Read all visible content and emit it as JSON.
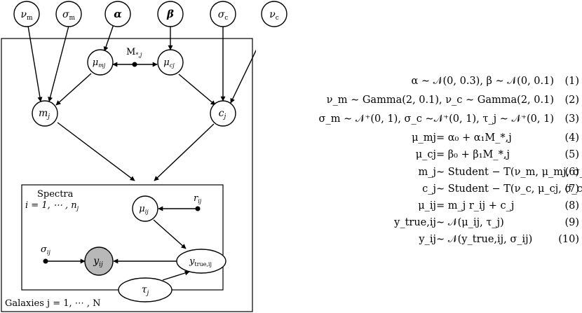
{
  "diagram": {
    "nodes": {
      "nu_m": "ν",
      "nu_m_sub": "m",
      "sigma_m": "σ",
      "sigma_m_sub": "m",
      "alpha": "α",
      "beta": "β",
      "sigma_c": "σ",
      "sigma_c_sub": "c",
      "nu_c": "ν",
      "nu_c_sub": "c",
      "mu_mj": "μ",
      "mu_mj_sub": "mj",
      "mu_cj": "μ",
      "mu_cj_sub": "cj",
      "m_star": "M",
      "m_star_sub": "*,j",
      "m_j": "m",
      "m_j_sub": "j",
      "c_j": "c",
      "c_j_sub": "j",
      "mu_ij": "μ",
      "mu_ij_sub": "ij",
      "r_ij": "r",
      "r_ij_sub": "ij",
      "sigma_ij": "σ",
      "sigma_ij_sub": "ij",
      "y_ij": "y",
      "y_ij_sub": "ij",
      "y_true": "y",
      "y_true_sub": "true,ij",
      "tau_j": "τ",
      "tau_j_sub": "j"
    },
    "plates": {
      "spectra_title": "Spectra",
      "spectra_range": "i = 1, ⋯ , n",
      "spectra_range_sub": "j",
      "galaxies_label": "Galaxies j = 1, ⋯ , N"
    },
    "colors": {
      "observed_fill": "#b8b8b8",
      "line": "#000000"
    }
  },
  "equations": [
    {
      "text": "α ∼ 𝒩(0, 0.3),   β ∼ 𝒩(0, 0.1)",
      "num": "(1)"
    },
    {
      "text": "ν_m ∼ Gamma(2, 0.1),   ν_c ∼ Gamma(2, 0.1)",
      "num": "(2)"
    },
    {
      "text": "σ_m ∼ 𝒩⁺(0, 1),    σ_c ∼𝒩⁺(0, 1),    τ_j ∼ 𝒩⁺(0, 1)",
      "num": "(3)"
    },
    {
      "lhs": "μ_mj",
      "rhs": "= α₀ + α₁M_*,j",
      "num": "(4)"
    },
    {
      "lhs": "μ_cj",
      "rhs": "= β₀ + β₁M_*,j",
      "num": "(5)"
    },
    {
      "lhs": "m_j",
      "rhs": "∼ Student − T(ν_m, μ_mj, σ_m)",
      "num": "(6)"
    },
    {
      "lhs": "c_j",
      "rhs": "∼ Student − T(ν_c, μ_cj, σ_c)",
      "num": "(7)"
    },
    {
      "lhs": "μ_ij",
      "rhs": "= m_j r_ij + c_j",
      "num": "(8)"
    },
    {
      "lhs": "y_true,ij",
      "rhs": "∼ 𝒩(μ_ij, τ_j)",
      "num": "(9)"
    },
    {
      "lhs": "y_ij",
      "rhs": "∼ 𝒩(y_true,ij, σ_ij)",
      "num": "(10)"
    }
  ]
}
